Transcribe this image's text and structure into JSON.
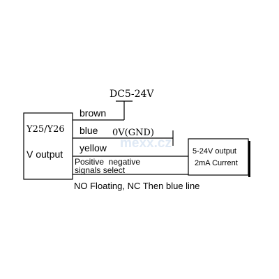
{
  "sensor": {
    "model": "Y25/Y26",
    "output_type": "V output"
  },
  "wires": {
    "brown": "brown",
    "blue": "blue",
    "yellow": "yellow"
  },
  "supply": {
    "voltage": "DC5-24V",
    "ground": "0V(GND)"
  },
  "note": {
    "line1": "Positive  negative",
    "line2": "signals select",
    "footer": "NO Floating, NC Then blue line"
  },
  "load": {
    "line1": "5-24V output",
    "line2": "2mA Current"
  },
  "watermark": "mexx.cz",
  "colors": {
    "line": "#000000",
    "background": "#ffffff",
    "watermark": "#dfe9f5"
  }
}
